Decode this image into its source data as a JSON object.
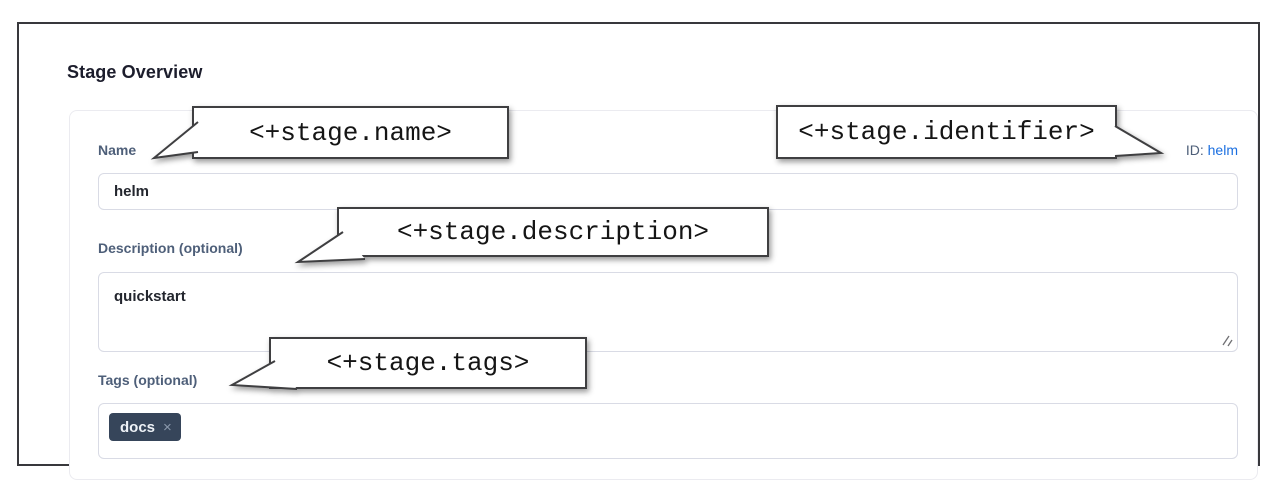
{
  "page": {
    "title": "Stage Overview"
  },
  "form": {
    "name": {
      "label": "Name",
      "value": "helm"
    },
    "identifier": {
      "label": "ID:",
      "value": "helm"
    },
    "description": {
      "label": "Description (optional)",
      "value": "quickstart"
    },
    "tags": {
      "label": "Tags (optional)",
      "items": [
        {
          "label": "docs",
          "remove_icon": "×"
        }
      ]
    }
  },
  "callouts": [
    {
      "text": "<+stage.name>"
    },
    {
      "text": "<+stage.identifier>"
    },
    {
      "text": "<+stage.description>"
    },
    {
      "text": "<+stage.tags>"
    }
  ],
  "colors": {
    "accent_link_blue": "#1b6fe0",
    "label_slate": "#4e5f79",
    "tag_chip_bg": "#36455a",
    "callout_border": "#3f3f41"
  }
}
